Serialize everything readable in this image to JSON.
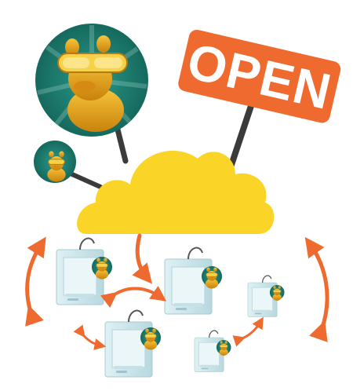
{
  "sign": {
    "text": "OPEN",
    "color": "#ef6a2e"
  },
  "colors": {
    "cloud": "#fbd428",
    "arrow": "#ef6a2e",
    "badge_bg": "#1d7f72",
    "post": "#3b3b3b",
    "printer": "#c9e4ea",
    "mascot": "#e9a51a"
  },
  "icons": [
    "duck-mascot-avatar-large",
    "duck-mascot-avatar-small",
    "open-sign",
    "cloud",
    "3d-printer",
    "duck-figurine",
    "bidirectional-arrow",
    "down-arrow"
  ]
}
